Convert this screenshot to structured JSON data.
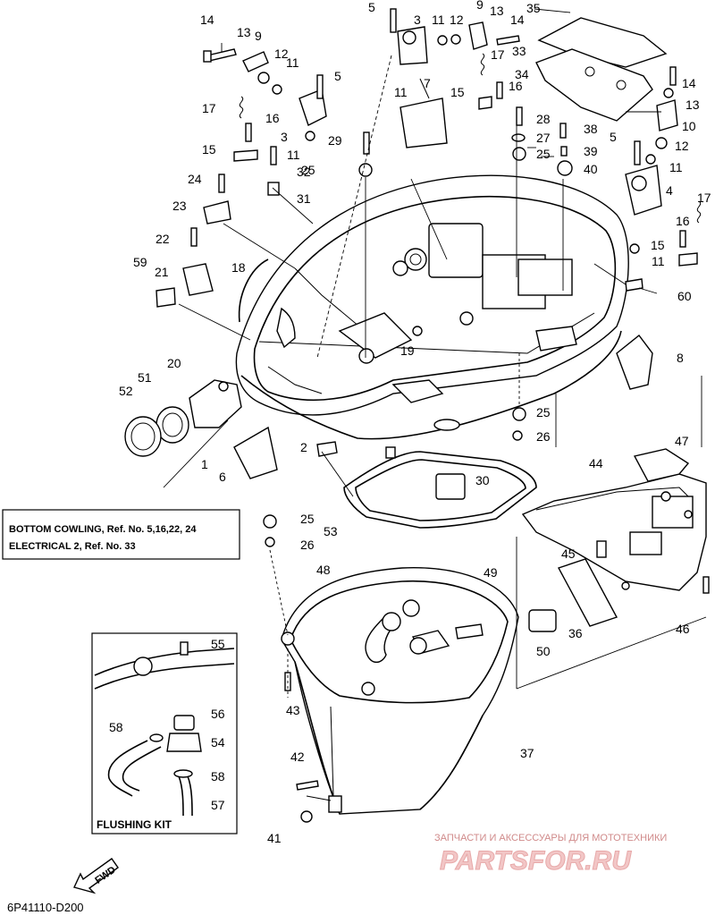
{
  "diagram": {
    "callouts": [
      "1",
      "2",
      "3",
      "4",
      "5",
      "6",
      "7",
      "8",
      "9",
      "10",
      "11",
      "12",
      "13",
      "14",
      "15",
      "16",
      "17",
      "18",
      "19",
      "20",
      "21",
      "22",
      "23",
      "24",
      "25",
      "26",
      "27",
      "28",
      "29",
      "30",
      "31",
      "32",
      "33",
      "34",
      "35",
      "36",
      "37",
      "38",
      "39",
      "40",
      "41",
      "42",
      "43",
      "44",
      "45",
      "46",
      "47",
      "48",
      "49",
      "50",
      "51",
      "52",
      "53",
      "54",
      "55",
      "56",
      "57",
      "58",
      "59",
      "60"
    ],
    "reference_box": {
      "line1": "BOTTOM COWLING, Ref. No. 5,16,22, 24",
      "line2": "ELECTRICAL 2, Ref. No. 33"
    },
    "flushing_kit": {
      "title": "FLUSHING KIT"
    },
    "fwd_arrow": "FWD",
    "drawing_code": "6P41110-D200",
    "watermark": {
      "top": "ЗАПЧАСТИ И АКСЕССУАРЫ ДЛЯ МОТОТЕХНИКИ",
      "brand": "PARTSFOR.RU"
    }
  }
}
